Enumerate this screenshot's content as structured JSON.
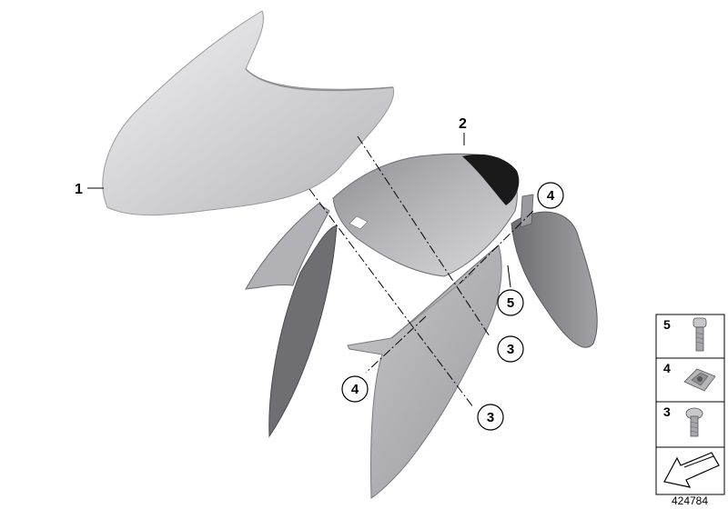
{
  "callouts": {
    "c1": "1",
    "c2": "2",
    "c3a": "3",
    "c3b": "3",
    "c4a": "4",
    "c4b": "4",
    "c5": "5"
  },
  "legend": {
    "items": [
      {
        "number": "5",
        "icon": "bolt-icon"
      },
      {
        "number": "4",
        "icon": "clip-nut-icon"
      },
      {
        "number": "3",
        "icon": "screw-icon"
      }
    ],
    "symbol_icon": "direction-arrow-icon"
  },
  "reference_number": "424784",
  "colors": {
    "part_light": "#e4e4e6",
    "part_mid": "#a9a9ad",
    "part_dark": "#7b7b80",
    "interior": "#1a1a1a"
  }
}
